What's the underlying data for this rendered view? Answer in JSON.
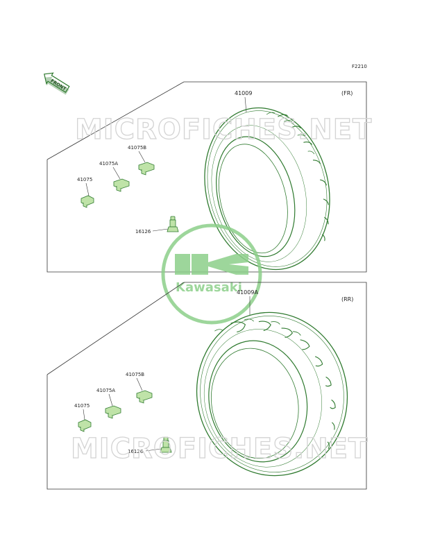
{
  "diagram_code": "F2210",
  "front_arrow_label": "FRONT",
  "watermark_text": "MICROFICHES.NET",
  "logo_text": "Kawasaki",
  "colors": {
    "part_fill": "#bfe3a8",
    "part_stroke": "#2f7a2f",
    "logo_green": "#8dcf8a",
    "watermark": "#d3d3d3"
  },
  "sections": [
    {
      "position_tag": "(FR)",
      "tire_part": "41009",
      "parts": {
        "weight_a": "41075",
        "weight_b": "41075A",
        "weight_c": "41075B",
        "valve": "16126"
      }
    },
    {
      "position_tag": "(RR)",
      "tire_part": "41009A",
      "parts": {
        "weight_a": "41075",
        "weight_b": "41075A",
        "weight_c": "41075B",
        "valve": "16126"
      }
    }
  ]
}
